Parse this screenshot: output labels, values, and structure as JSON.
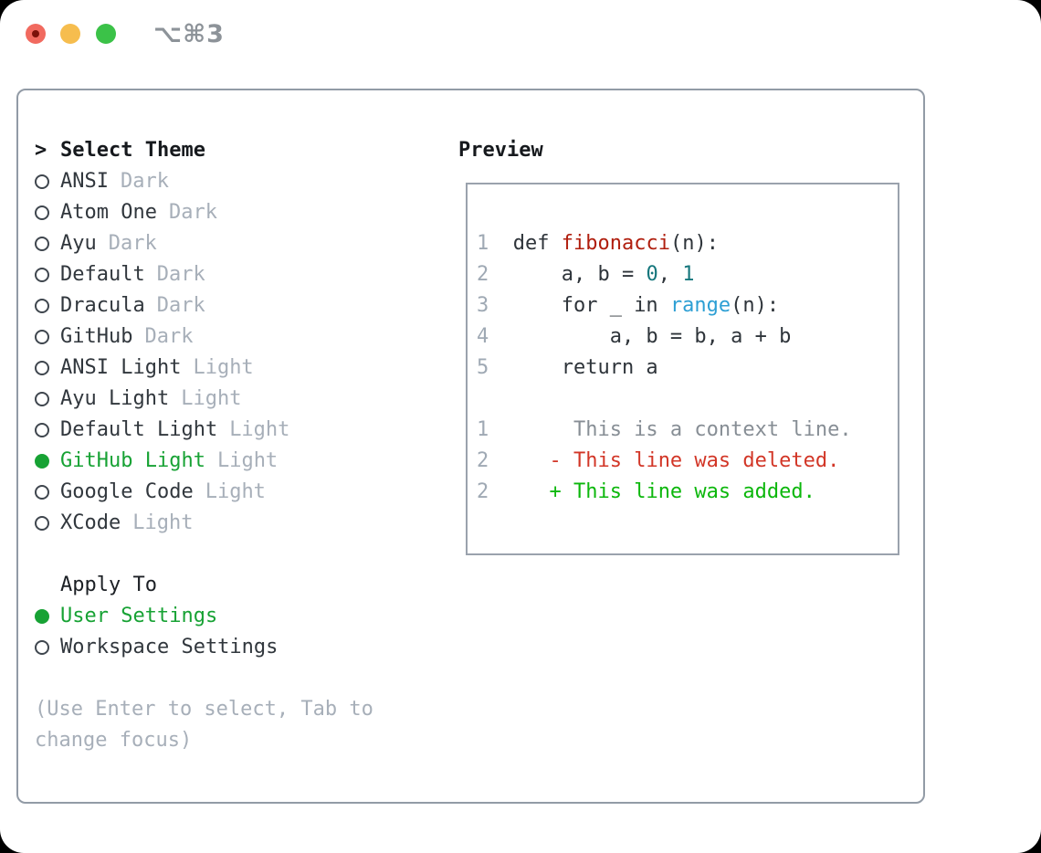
{
  "window": {
    "title": "⌥⌘3",
    "traffic_lights": [
      "close",
      "minimize",
      "zoom"
    ]
  },
  "theme_panel": {
    "header": {
      "prompt": ">",
      "label": "Select Theme"
    },
    "themes": [
      {
        "name": "ANSI",
        "variant": "Dark",
        "selected": false
      },
      {
        "name": "Atom One",
        "variant": "Dark",
        "selected": false
      },
      {
        "name": "Ayu",
        "variant": "Dark",
        "selected": false
      },
      {
        "name": "Default",
        "variant": "Dark",
        "selected": false
      },
      {
        "name": "Dracula",
        "variant": "Dark",
        "selected": false
      },
      {
        "name": "GitHub",
        "variant": "Dark",
        "selected": false
      },
      {
        "name": "ANSI Light",
        "variant": "Light",
        "selected": false
      },
      {
        "name": "Ayu Light",
        "variant": "Light",
        "selected": false
      },
      {
        "name": "Default Light",
        "variant": "Light",
        "selected": false
      },
      {
        "name": "GitHub Light",
        "variant": "Light",
        "selected": true
      },
      {
        "name": "Google Code",
        "variant": "Light",
        "selected": false
      },
      {
        "name": "XCode",
        "variant": "Light",
        "selected": false
      }
    ],
    "apply_to": {
      "label": "Apply To",
      "options": [
        {
          "label": "User Settings",
          "selected": true
        },
        {
          "label": "Workspace Settings",
          "selected": false
        }
      ]
    },
    "help_lines": [
      "(Use Enter to select, Tab to",
      "change focus)"
    ]
  },
  "preview": {
    "label": "Preview",
    "code_lines": [
      {
        "num": "1",
        "segments": [
          {
            "text": "  def ",
            "style": "plain"
          },
          {
            "text": "fibonacci",
            "style": "function"
          },
          {
            "text": "(n):",
            "style": "plain"
          }
        ]
      },
      {
        "num": "2",
        "segments": [
          {
            "text": "      a, b = ",
            "style": "plain"
          },
          {
            "text": "0",
            "style": "literal"
          },
          {
            "text": ", ",
            "style": "plain"
          },
          {
            "text": "1",
            "style": "literal"
          }
        ]
      },
      {
        "num": "3",
        "segments": [
          {
            "text": "      for _ in ",
            "style": "plain"
          },
          {
            "text": "range",
            "style": "builtin"
          },
          {
            "text": "(n):",
            "style": "plain"
          }
        ]
      },
      {
        "num": "4",
        "segments": [
          {
            "text": "          a, b = b, a + b",
            "style": "plain"
          }
        ]
      },
      {
        "num": "5",
        "segments": [
          {
            "text": "      return a",
            "style": "plain"
          }
        ]
      },
      {
        "num": "",
        "segments": []
      },
      {
        "num": "1",
        "segments": [
          {
            "text": "       This is a context line.",
            "style": "context"
          }
        ]
      },
      {
        "num": "2",
        "segments": [
          {
            "text": "     ",
            "style": "plain"
          },
          {
            "text": "- This line was deleted.",
            "style": "deleted"
          }
        ]
      },
      {
        "num": "2",
        "segments": [
          {
            "text": "     ",
            "style": "plain"
          },
          {
            "text": "+ This line was added.",
            "style": "added"
          }
        ]
      }
    ]
  },
  "colors": {
    "selected_green": "#17a234",
    "added_green": "#0cb70c",
    "deleted_red": "#d23627",
    "function_red": "#b01e0e",
    "builtin_blue": "#2d9fd4",
    "literal_teal": "#15767c",
    "context_gray": "#878e95",
    "muted_gray": "#a7afb9",
    "text_dark": "#2e343a",
    "panel_border": "#929ba6",
    "traffic_red": "#f16a5f",
    "traffic_yellow": "#f6bd4e",
    "traffic_green": "#3bc248"
  }
}
